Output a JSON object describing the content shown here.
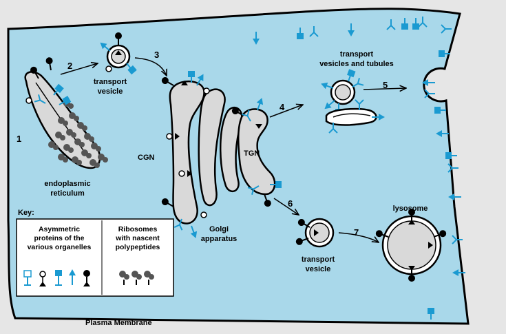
{
  "labels": {
    "er_line1": "endoplasmic",
    "er_line2": "reticulum",
    "tv1_line1": "transport",
    "tv1_line2": "vesicle",
    "tvt_line1": "transport",
    "tvt_line2": "vesicles and tubules",
    "cgn": "CGN",
    "tgn": "TGN",
    "golgi_line1": "Golgi",
    "golgi_line2": "apparatus",
    "tv2_line1": "transport",
    "tv2_line2": "vesicle",
    "lysosome": "lysosome",
    "plasma_membrane": "Plasma Membrane"
  },
  "steps": [
    "1",
    "2",
    "3",
    "4",
    "5",
    "6",
    "7"
  ],
  "key": {
    "title": "Key:",
    "col1_line1": "Asymmetric",
    "col1_line2": "proteins of the",
    "col1_line3": "various organelles",
    "col2_line1": "Ribosomes",
    "col2_line2": "with nascent",
    "col2_line3": "polypeptides"
  },
  "colors": {
    "background": "#e6e6e6",
    "cytoplasm": "#a9d8ea",
    "organelle_fill": "#d9d9d9",
    "protein_cyan": "#1a9ad1",
    "ribosome": "#555555",
    "ink": "#000000"
  }
}
